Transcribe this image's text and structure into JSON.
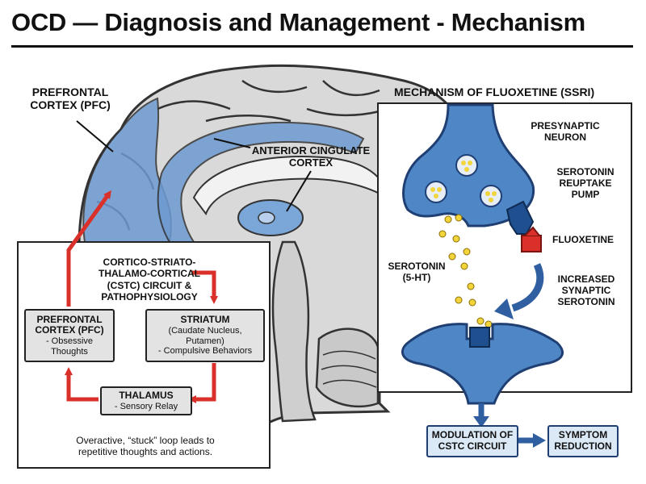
{
  "title": "OCD — Diagnosis and Management - Mechanism",
  "brain": {
    "pfc_label": [
      "PREFRONTAL",
      "CORTEX (PFC)"
    ],
    "acc_label": [
      "ANTERIOR CINGULATE",
      "CORTEX"
    ]
  },
  "cstc": {
    "heading": [
      "CORTICO-STRIATO-",
      "THALAMO-CORTICAL",
      "(CSTC) CIRCUIT &",
      "PATHOPHYSIOLOGY"
    ],
    "pfc_node": {
      "title": [
        "PREFRONTAL",
        "CORTEX (PFC)"
      ],
      "detail": [
        "- Obsessive",
        "Thoughts"
      ]
    },
    "striatum_node": {
      "title": "STRIATUM",
      "detail": [
        "(Caudate Nucleus,",
        "Putamen)",
        "- Compulsive Behaviors"
      ]
    },
    "thalamus_node": {
      "title": "THALAMUS",
      "detail": "- Sensory Relay"
    },
    "caption": [
      "Overactive, “stuck” loop leads to",
      "repetitive thoughts and actions."
    ]
  },
  "ssri": {
    "heading": "MECHANISM OF FLUOXETINE (SSRI)",
    "presynaptic": [
      "PRESYNAPTIC",
      "NEURON"
    ],
    "reuptake": [
      "SEROTONIN",
      "REUPTAKE",
      "PUMP"
    ],
    "fluoxetine": "FLUOXETINE",
    "serotonin": [
      "SEROTONIN",
      "(5-HT)"
    ],
    "increased": [
      "INCREASED",
      "SYNAPTIC",
      "SEROTONIN"
    ]
  },
  "outcome": {
    "modulation": [
      "MODULATION OF",
      "CSTC CIRCUIT"
    ],
    "reduction": [
      "SYMPTOM",
      "REDUCTION"
    ]
  },
  "colors": {
    "accent_blue": "#5b8fcc",
    "neuron_blue": "#4f86c6",
    "loop_red": "#d9302a",
    "serotonin_yellow": "#f2d43b",
    "brain_gray": "#d9d9d9"
  }
}
